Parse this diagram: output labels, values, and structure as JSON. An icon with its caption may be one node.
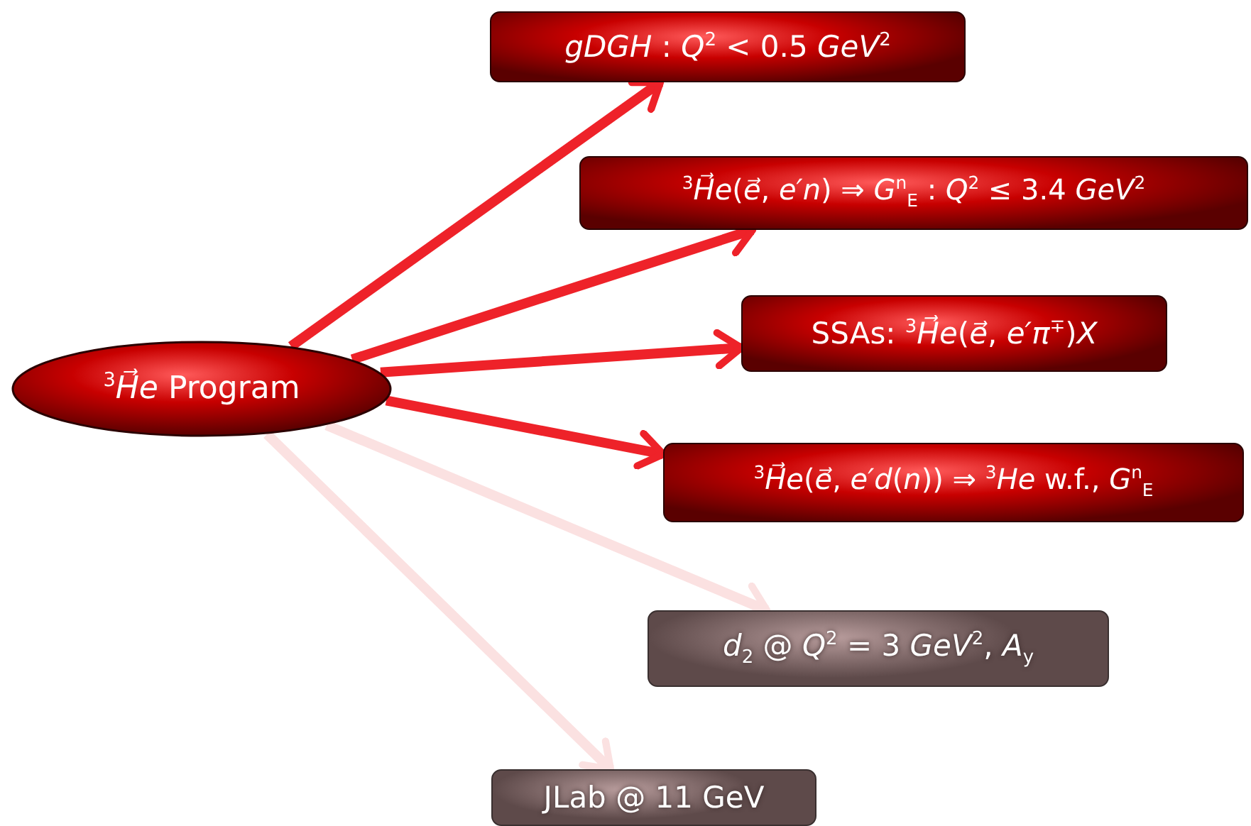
{
  "diagram": {
    "nodes": [
      {
        "text": [
          "$^{3}$*H⃗e* Program"
        ]
      },
      {
        "text": [
          "*gDGH* :  *Q*$^{2}$ < 0.5 *GeV*$^{2}$"
        ]
      },
      {
        "text": [
          "$^{3}$*H⃗e*(*e⃗*, *e′n*) ⇒ *G*$^{n}$$_{E}$ : *Q*$^{2}$ ≤ 3.4 *GeV*$^{2}$"
        ]
      },
      {
        "text": [
          "SSAs: $^{3}$*H⃗e*(*e⃗*, *e′π*$^{∓}$)*X*"
        ]
      },
      {
        "text": [
          "$^{3}$*H⃗e*(*e⃗*, *e′d*(*n*)) ⇒ $^{3}$*He* w.f., *G*$^{n}$$_{E}$"
        ]
      },
      {
        "text": [
          "*d*$_{2}$ @ *Q*$^{2}$ = 3 *GeV*$^{2}$,  *A*$_{y}$"
        ]
      },
      {
        "text": [
          "JLab @ 11 GeV"
        ]
      }
    ],
    "edges": [
      {
        "from": 0,
        "to": 1,
        "arrow": "to"
      },
      {
        "from": 0,
        "to": 2,
        "arrow": "to"
      },
      {
        "from": 0,
        "to": 3,
        "arrow": "to"
      },
      {
        "from": 0,
        "to": 4,
        "arrow": "to"
      },
      {
        "from": 0,
        "to": 5,
        "arrow": "to",
        "color": "#fbe1e1"
      },
      {
        "from": 0,
        "to": 6,
        "arrow": "to",
        "color": "#fbe1e1"
      }
    ]
  }
}
